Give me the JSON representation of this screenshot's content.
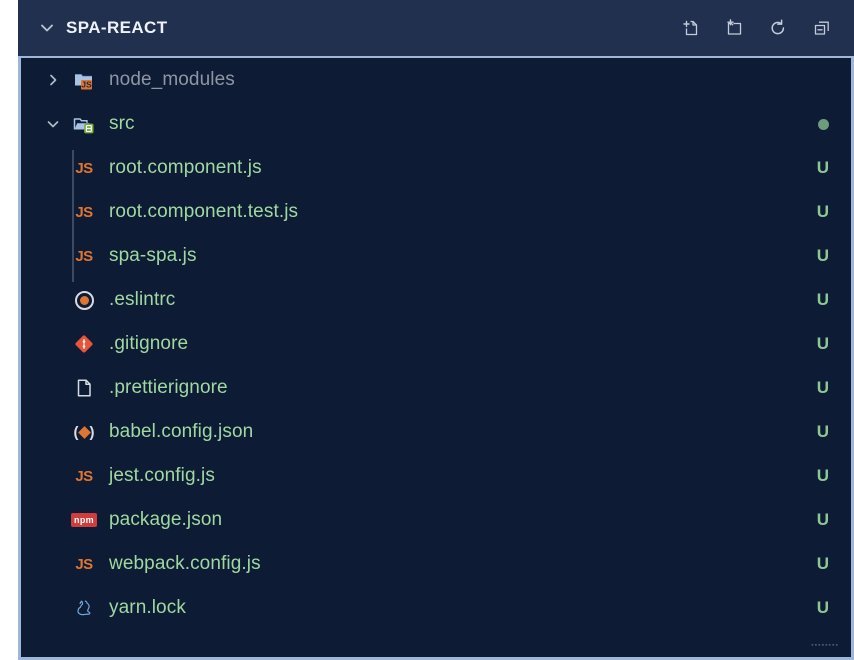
{
  "panel": {
    "title": "SPA-REACT",
    "twisty_icon": "chevron-down-icon",
    "actions": [
      {
        "name": "new-file-button",
        "icon": "new-file-icon",
        "label": "New File"
      },
      {
        "name": "new-folder-button",
        "icon": "new-folder-icon",
        "label": "New Folder"
      },
      {
        "name": "refresh-button",
        "icon": "refresh-icon",
        "label": "Refresh Explorer"
      },
      {
        "name": "collapse-all-button",
        "icon": "collapse-all-icon",
        "label": "Collapse Folders in Explorer"
      }
    ]
  },
  "tree": {
    "rows": [
      {
        "label": "node_modules",
        "icon": "folder-js-icon",
        "kind": "folder",
        "depth": 0,
        "expanded": false,
        "twisty": "chevron-right-icon",
        "status": "",
        "color": "gray"
      },
      {
        "label": "src",
        "icon": "folder-open-src-icon",
        "kind": "folder",
        "depth": 0,
        "expanded": true,
        "twisty": "chevron-down-icon",
        "status": "dot",
        "color": "green"
      },
      {
        "label": "root.component.js",
        "icon": "js-file-icon",
        "kind": "file",
        "depth": 1,
        "status": "U",
        "color": "green"
      },
      {
        "label": "root.component.test.js",
        "icon": "js-file-icon",
        "kind": "file",
        "depth": 1,
        "status": "U",
        "color": "green"
      },
      {
        "label": "spa-spa.js",
        "icon": "js-file-icon",
        "kind": "file",
        "depth": 1,
        "status": "U",
        "color": "green"
      },
      {
        "label": ".eslintrc",
        "icon": "eslint-file-icon",
        "kind": "file",
        "depth": 0,
        "status": "U",
        "color": "green"
      },
      {
        "label": ".gitignore",
        "icon": "git-file-icon",
        "kind": "file",
        "depth": 0,
        "status": "U",
        "color": "green"
      },
      {
        "label": ".prettierignore",
        "icon": "plain-file-icon",
        "kind": "file",
        "depth": 0,
        "status": "U",
        "color": "green"
      },
      {
        "label": "babel.config.json",
        "icon": "babel-file-icon",
        "kind": "file",
        "depth": 0,
        "status": "U",
        "color": "green"
      },
      {
        "label": "jest.config.js",
        "icon": "js-file-icon",
        "kind": "file",
        "depth": 0,
        "status": "U",
        "color": "green"
      },
      {
        "label": "package.json",
        "icon": "npm-file-icon",
        "kind": "file",
        "depth": 0,
        "status": "U",
        "color": "green"
      },
      {
        "label": "webpack.config.js",
        "icon": "js-file-icon",
        "kind": "file",
        "depth": 0,
        "status": "U",
        "color": "green"
      },
      {
        "label": "yarn.lock",
        "icon": "yarn-file-icon",
        "kind": "file",
        "depth": 0,
        "status": "U",
        "color": "green"
      }
    ],
    "js_badge_text": "JS",
    "npm_badge_text": "npm",
    "brace_left": "(",
    "brace_right": ")"
  },
  "watermark": {
    "text": "▪▪▪▪▪▪▪▪"
  },
  "colors": {
    "panel_header_bg": "#223050",
    "tree_bg": "#0e1b35",
    "border": "#9fb6d6",
    "untracked_green": "#9fd8a0",
    "ignored_gray": "#8f96a3",
    "js_orange": "#e0752f",
    "npm_red": "#cf3d3d",
    "folder_blue": "#a8c3e3",
    "src_badge_green": "#7fae3e"
  }
}
